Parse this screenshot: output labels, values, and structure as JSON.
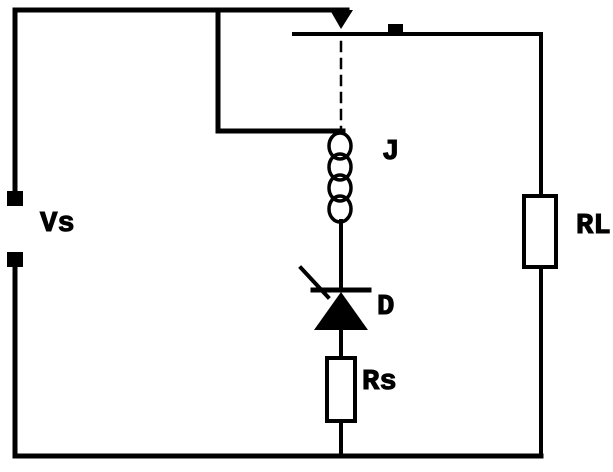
{
  "diagram": {
    "colors": {
      "ink": "#000000",
      "background": "#ffffff"
    },
    "labels": {
      "voltage_source": "Vs",
      "relay_coil": "J",
      "diode": "D",
      "series_resistor": "Rs",
      "load_resistor": "RL"
    }
  }
}
